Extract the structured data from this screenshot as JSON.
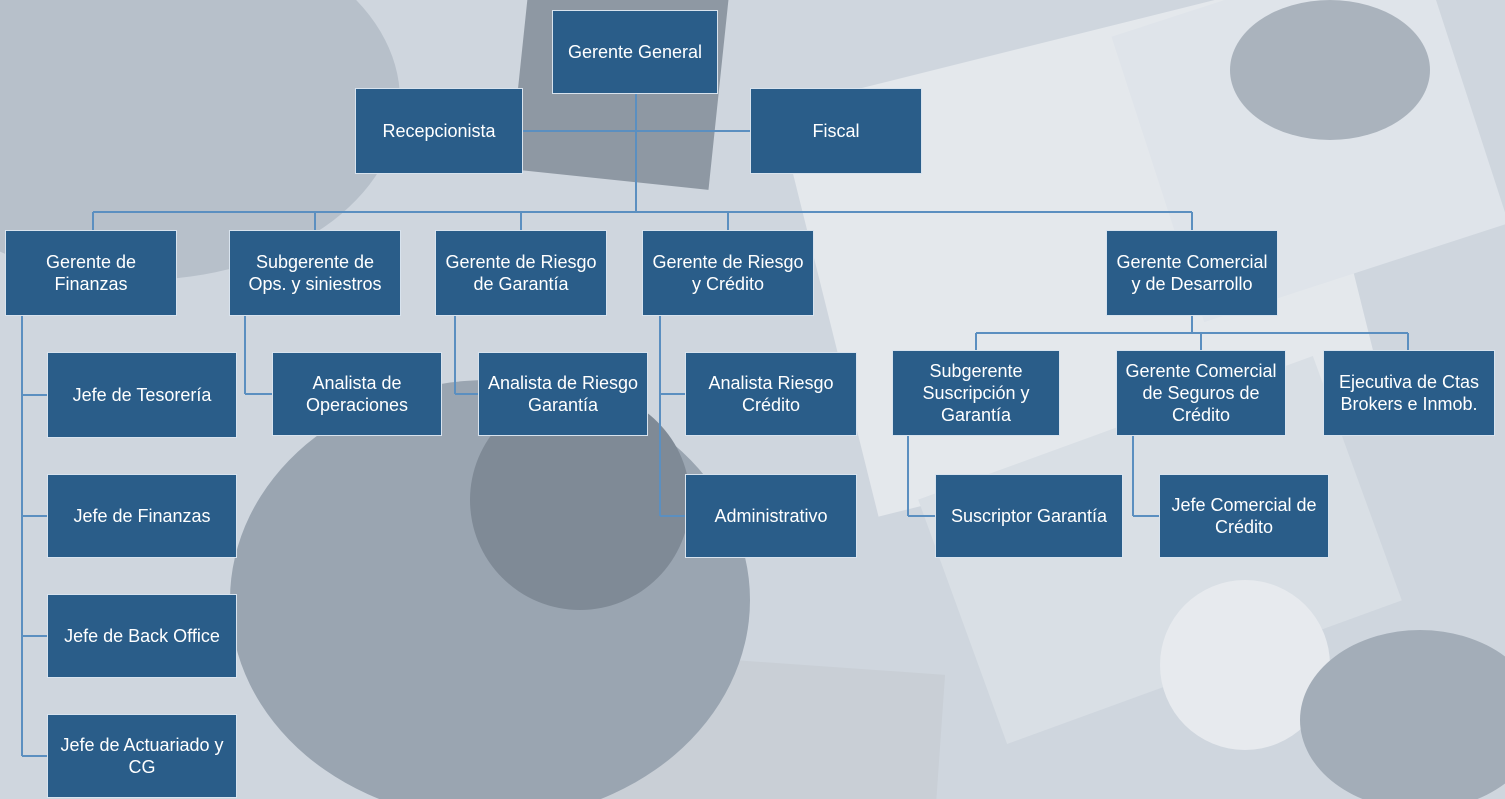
{
  "org_chart": {
    "line_color": "#5b8fc0",
    "box_color": "#2a5d89",
    "text_color": "#ffffff",
    "nodes": {
      "gerente_general": "Gerente General",
      "recepcionista": "Recepcionista",
      "fiscal": "Fiscal",
      "gerente_finanzas": "Gerente de\nFinanzas",
      "subgerente_ops": "Subgerente de\nOps. y siniestros",
      "gerente_riesgo_garantia": "Gerente de Riesgo\nde Garantía",
      "gerente_riesgo_credito": "Gerente de Riesgo\ny Crédito",
      "gerente_comercial": "Gerente Comercial\ny de Desarrollo",
      "jefe_tesoreria": "Jefe de Tesorería",
      "jefe_finanzas": "Jefe de Finanzas",
      "jefe_back_office": "Jefe de Back Office",
      "jefe_actuariado": "Jefe de Actuariado y\nCG",
      "analista_operaciones": "Analista de\nOperaciones",
      "analista_riesgo_garantia": "Analista de Riesgo\nGarantía",
      "analista_riesgo_credito": "Analista Riesgo\nCrédito",
      "administrativo": "Administrativo",
      "subgerente_suscripcion": "Subgerente\nSuscripción y\nGarantía",
      "gerente_comercial_seguros": "Gerente Comercial\nde Seguros de\nCrédito",
      "ejecutiva_ctas": "Ejecutiva de Ctas\nBrokers e Inmob.",
      "suscriptor_garantia": "Suscriptor Garantía",
      "jefe_comercial_credito": "Jefe Comercial de\nCrédito"
    }
  }
}
